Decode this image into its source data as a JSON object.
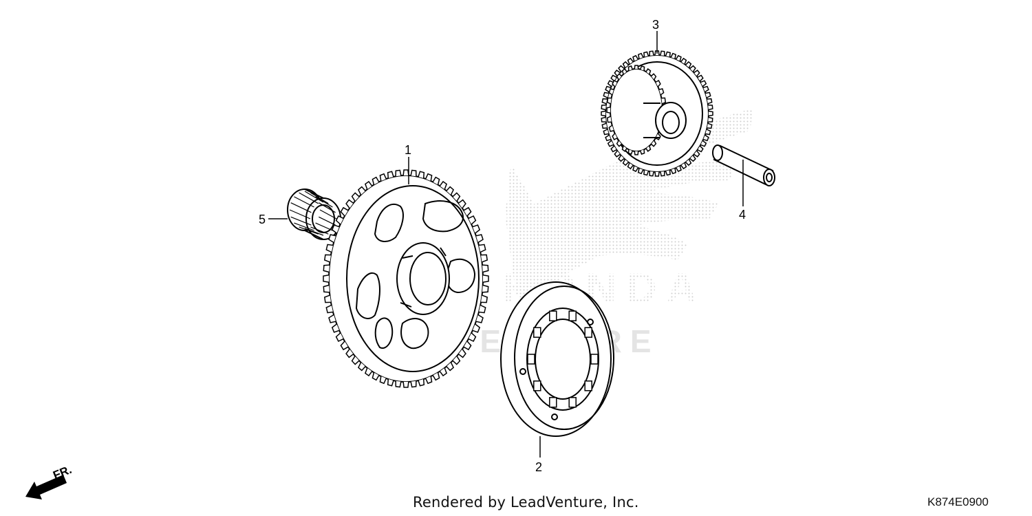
{
  "diagram": {
    "callouts": [
      {
        "id": "1",
        "label": "1"
      },
      {
        "id": "2",
        "label": "2"
      },
      {
        "id": "3",
        "label": "3"
      },
      {
        "id": "4",
        "label": "4"
      },
      {
        "id": "5",
        "label": "5"
      }
    ],
    "watermark_brand": "HONDA",
    "watermark_dealer": "PADVENTURE",
    "direction_label": "FR.",
    "credit": "Rendered by LeadVenture, Inc.",
    "diagram_code": "K874E0900",
    "colors": {
      "line": "#000000",
      "watermark": "#cfcfcf",
      "background": "#ffffff"
    }
  }
}
